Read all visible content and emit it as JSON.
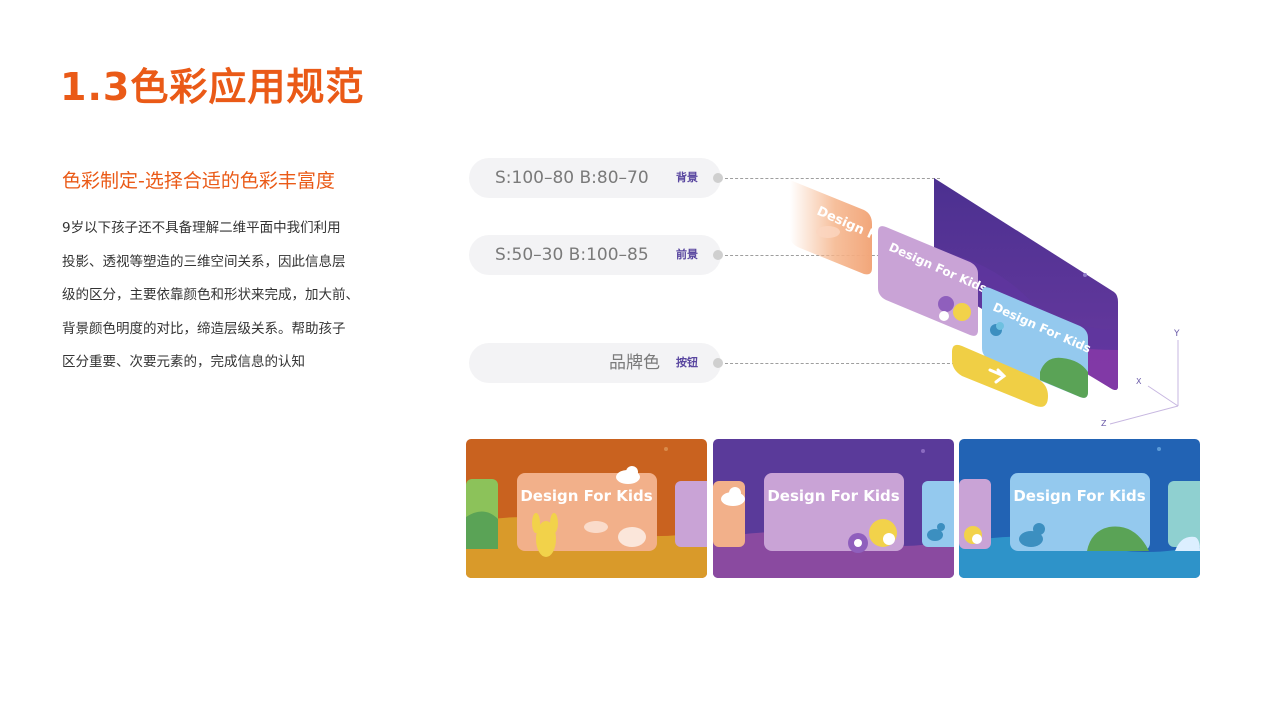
{
  "page_title": "1.3色彩应用规范",
  "section": {
    "subtitle": "色彩制定-选择合适的色彩丰富度",
    "body_lines": [
      "9岁以下孩子还不具备理解二维平面中我们利用",
      "投影、透视等塑造的三维空间关系，因此信息层",
      "级的区分，主要依靠颜色和形状来完成，加大前、",
      "背景颜色明度的对比，缔造层级关系。帮助孩子",
      "区分重要、次要元素的，完成信息的认知"
    ]
  },
  "color_specs": [
    {
      "value": "S:100–80    B:80–70",
      "tag": "背景"
    },
    {
      "value": "S:50–30    B:100–85",
      "tag": "前景"
    },
    {
      "value": "品牌色",
      "tag": "按钮"
    }
  ],
  "illustration": {
    "layer_label": "Design For Kids",
    "axis_labels": [
      "Y",
      "X",
      "Z"
    ]
  },
  "cards": [
    {
      "label": "Design For Kids",
      "bg": "#c9621f",
      "bg_bottom": "#d99a2a",
      "panel": "#f2b08a"
    },
    {
      "label": "Design For Kids",
      "bg": "#5a3a9a",
      "bg_bottom": "#8a4aa0",
      "panel": "#c9a3d6"
    },
    {
      "label": "Design For Kids",
      "bg": "#2263b4",
      "bg_bottom": "#2e93c9",
      "panel": "#94c9ee"
    }
  ],
  "colors": {
    "accent": "#ea5a17",
    "tag": "#5a47a0",
    "pill_bg": "#f3f3f5"
  }
}
